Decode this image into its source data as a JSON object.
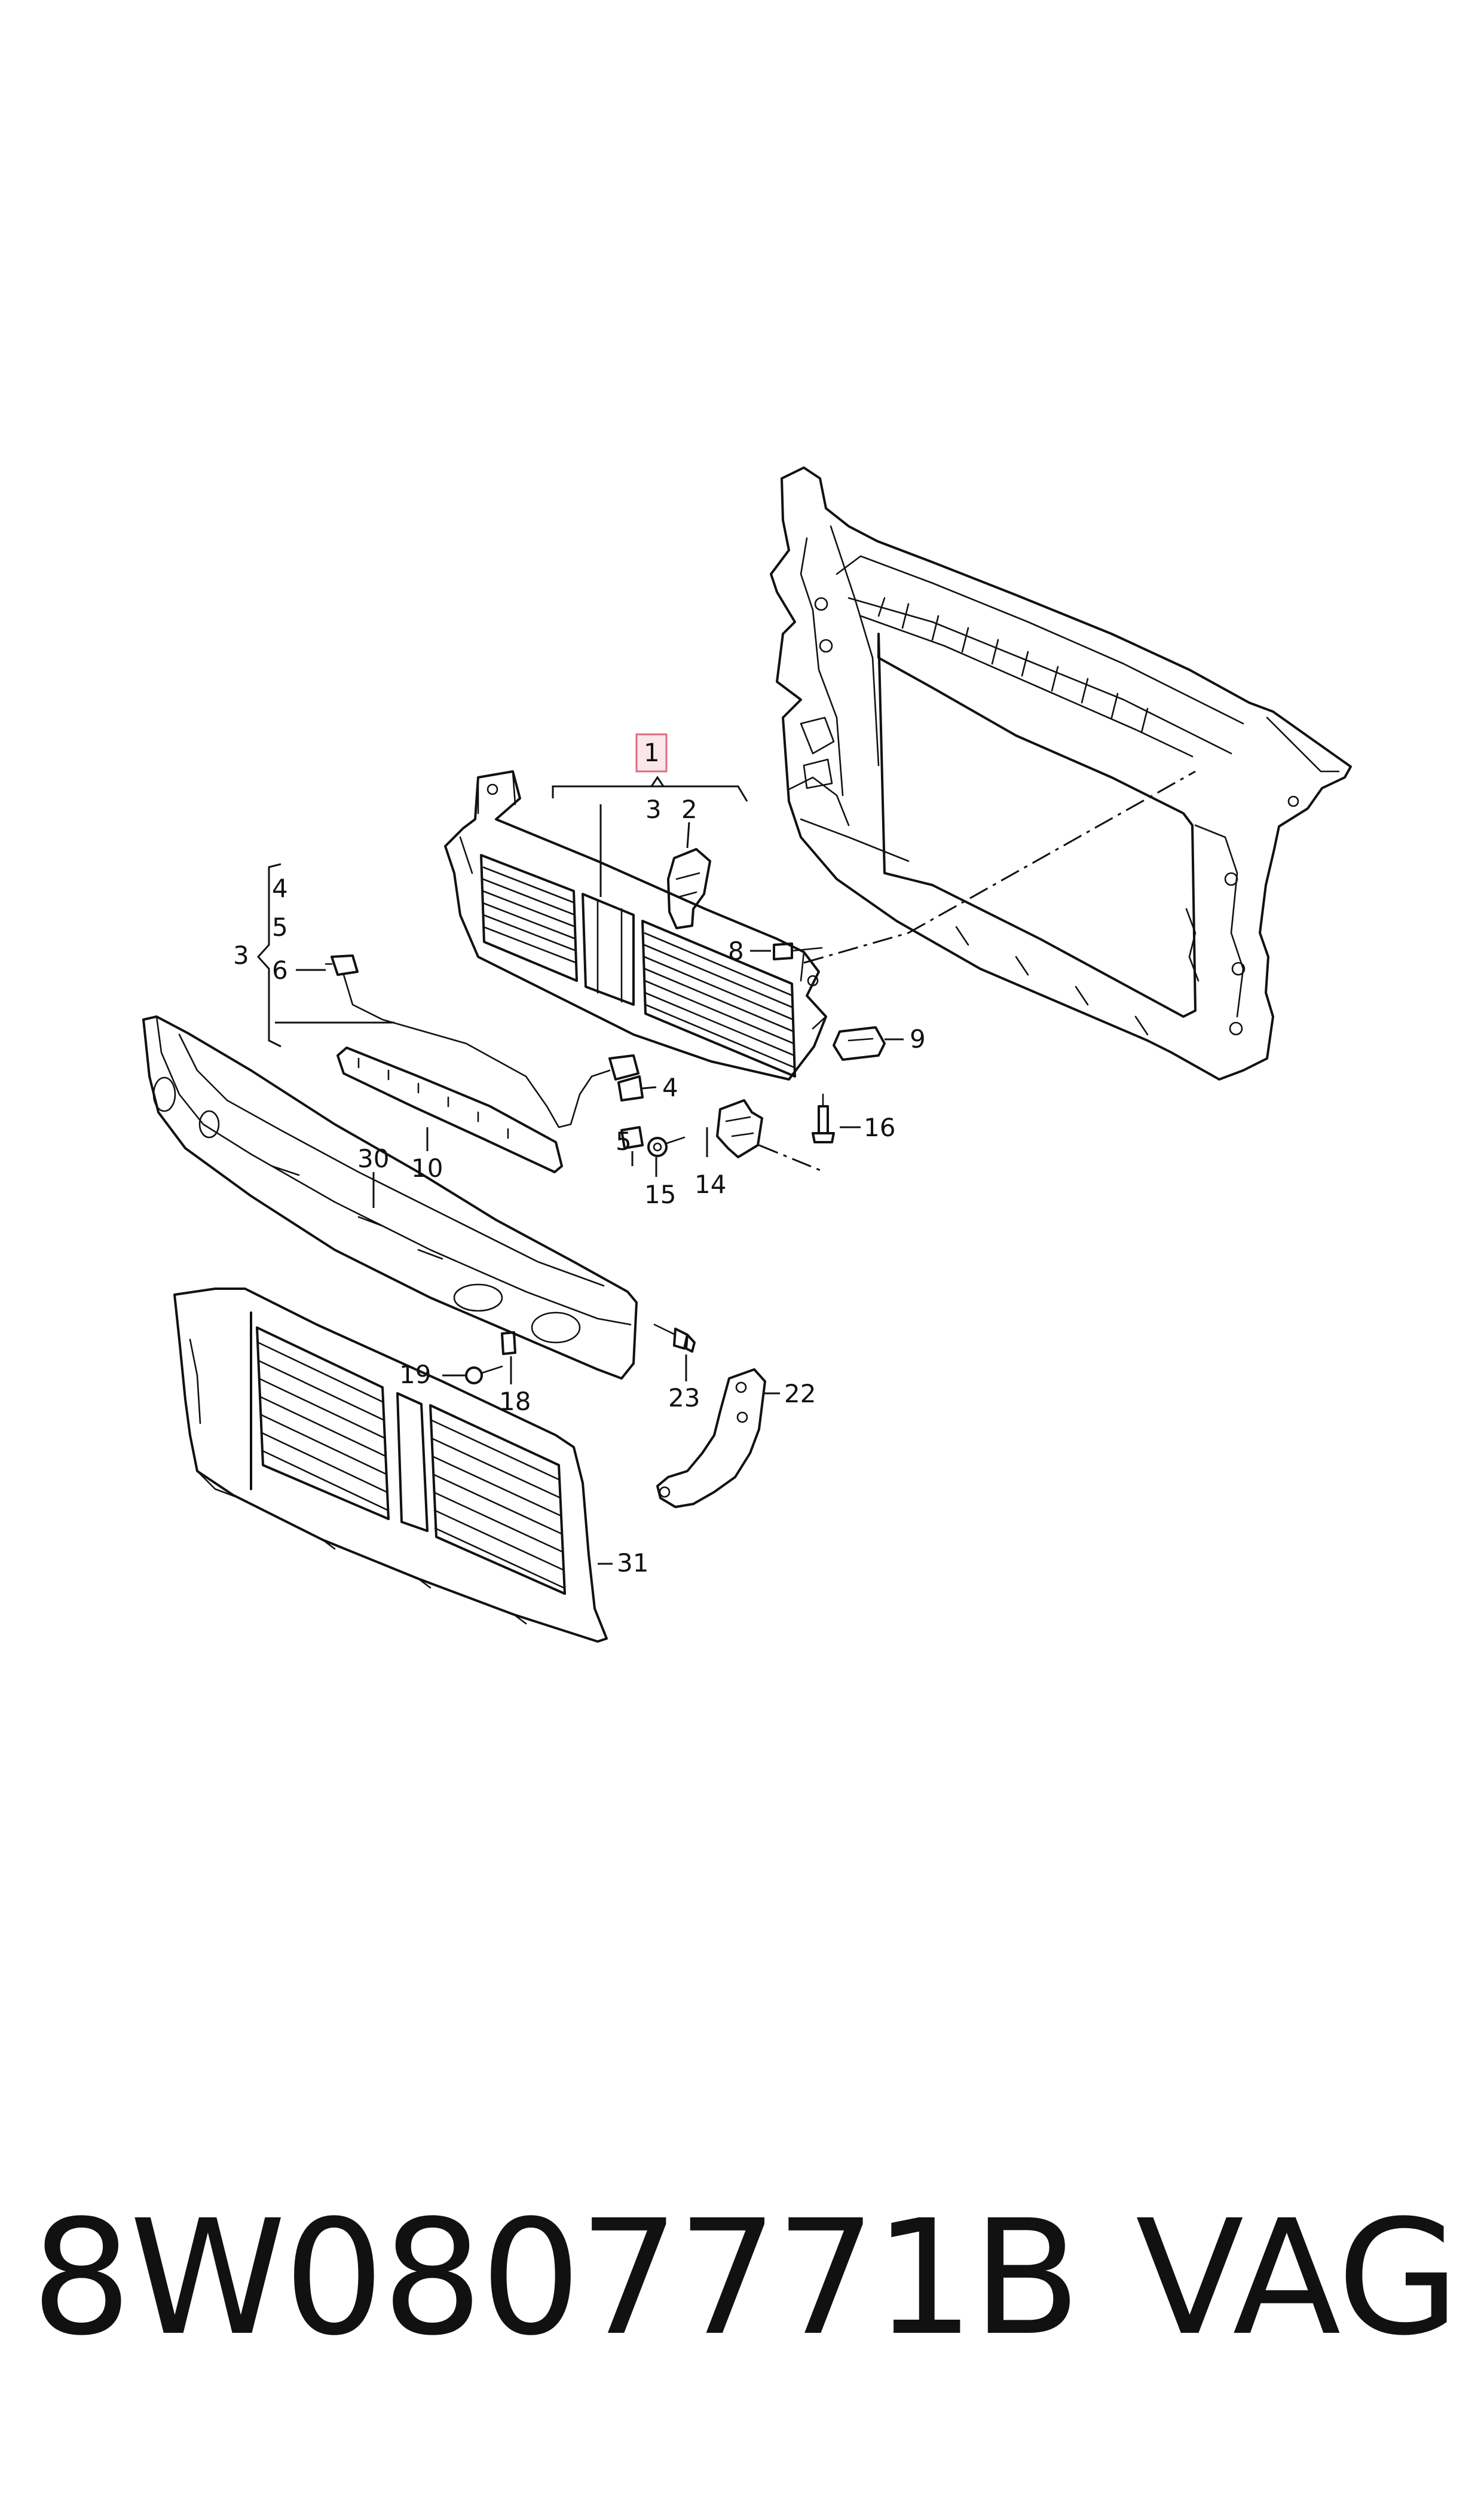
{
  "diagram": {
    "callouts": {
      "c1": "1",
      "c2": "2",
      "c3": "3",
      "c3b": "3",
      "c4": "4",
      "c4b": "4",
      "c5": "5",
      "c5b": "5",
      "c6": "6",
      "c8": "8",
      "c9": "9",
      "c10": "10",
      "c14": "14",
      "c15": "15",
      "c16": "16",
      "c18": "18",
      "c19": "19",
      "c22": "22",
      "c23": "23",
      "c30": "30",
      "c31": "31"
    },
    "highlighted_callout": "1"
  },
  "footer": {
    "part_number": "8W0807771B",
    "brand": "VAG"
  }
}
